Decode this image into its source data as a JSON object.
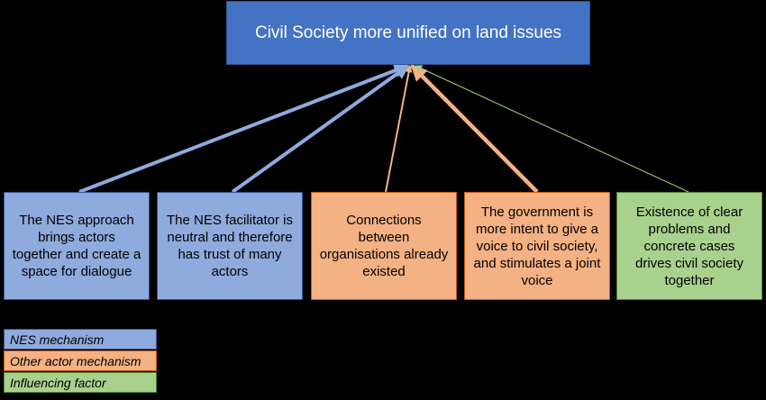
{
  "goal": {
    "text": "Civil Society more unified on land issues"
  },
  "factors": [
    {
      "text": "The NES approach brings actors together and create a space for dialogue",
      "type": "nes"
    },
    {
      "text": "The NES facilitator is neutral and therefore has trust of many actors",
      "type": "nes"
    },
    {
      "text": "Connections between organisations already existed",
      "type": "other"
    },
    {
      "text": "The government is more intent to give a voice to civil society, and stimulates a joint voice",
      "type": "other"
    },
    {
      "text": "Existence of clear problems and concrete cases drives civil society together",
      "type": "influence"
    }
  ],
  "legend": [
    {
      "label": "NES mechanism",
      "type": "nes"
    },
    {
      "label": "Other actor mechanism",
      "type": "other"
    },
    {
      "label": "Influencing factor",
      "type": "influence"
    }
  ],
  "colors": {
    "nes_fill": "#8faadc",
    "nes_arrow": "#8faadc",
    "other_fill": "#f4b183",
    "other_arrow": "#f4b183",
    "influence_fill": "#a9d18e",
    "influence_arrow": "#a9d18e",
    "goal_fill": "#4472c4"
  }
}
